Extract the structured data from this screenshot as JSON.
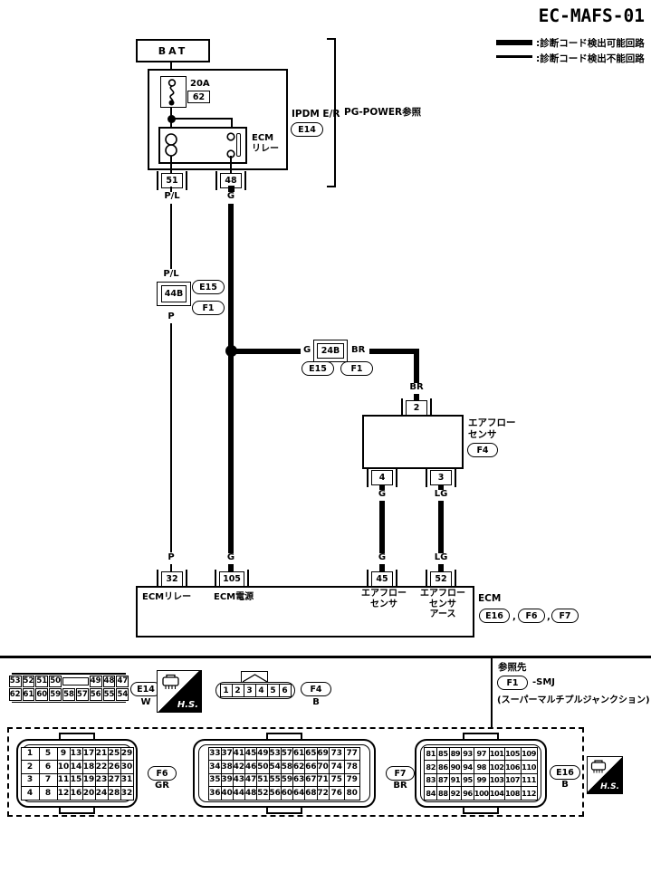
{
  "title": "EC-MAFS-01",
  "legend": {
    "thick_label": ":診断コード検出可能回路",
    "thin_label": ":診断コード検出不能回路"
  },
  "ipdm": {
    "bat": "BAT",
    "fuse_rating": "20A",
    "fuse_no": "62",
    "name": "IPDM E/R",
    "connector": "E14",
    "pg_note": "PG-POWER参照",
    "relay_1": "ECM",
    "relay_2": "リレー",
    "pin_left": "51",
    "pin_right": "48",
    "wire_left": "P/L",
    "wire_right": "G"
  },
  "left_branch": {
    "wire_top": "P/L",
    "junction": "44B",
    "ref_top": "E15",
    "ref_bottom": "F1",
    "wire_bottom": "P",
    "wire_bottom2": "P"
  },
  "mid_branch": {
    "wire_to_ecm": "G",
    "wire_left": "G",
    "junction": "24B",
    "wire_right": "BR",
    "ref_left": "E15",
    "ref_right": "F1",
    "wire_down": "BR"
  },
  "maf": {
    "pin_top": "2",
    "name_1": "エアフロー",
    "name_2": "センサ",
    "connector": "F4",
    "pin_l": "4",
    "pin_r": "3",
    "wire_l": "G",
    "wire_r": "LG",
    "wire_l2": "G",
    "wire_r2": "LG"
  },
  "ecm": {
    "pin_32": "32",
    "pin_105": "105",
    "pin_45": "45",
    "pin_52": "52",
    "name_32": "ECMリレー",
    "name_105": "ECM電源",
    "name_45_1": "エアフロー",
    "name_45_2": "センサ",
    "name_52_1": "エアフロー",
    "name_52_2": "センサ",
    "name_52_3": "アース",
    "label": "ECM",
    "conn_1": "E16",
    "conn_2": "F6",
    "conn_3": "F7",
    "comma": ","
  },
  "reference": {
    "title": "参照先",
    "connector": "F1",
    "suffix": "-SMJ",
    "detail": "(スーパーマルチプルジャンクション)"
  },
  "views": {
    "hs": "H.S.",
    "e14": {
      "id": "E14",
      "color": "W",
      "rows": [
        [
          "53",
          "52",
          "51",
          "50",
          {
            "span": 2
          },
          "49",
          "48",
          "47"
        ],
        [
          "62",
          "61",
          "60",
          "59",
          "58",
          "57",
          "56",
          "55",
          "54"
        ]
      ]
    },
    "f4": {
      "id": "F4",
      "color": "B",
      "rows": [
        [
          "1",
          "2",
          "3",
          "4",
          "5",
          "6"
        ]
      ]
    },
    "f6": {
      "id": "F6",
      "color": "GR",
      "rows": [
        [
          "1",
          "5",
          "9",
          "13",
          "17",
          "21",
          "25",
          "29"
        ],
        [
          "2",
          "6",
          "10",
          "14",
          "18",
          "22",
          "26",
          "30"
        ],
        [
          "3",
          "7",
          "11",
          "15",
          "19",
          "23",
          "27",
          "31"
        ],
        [
          "4",
          "8",
          "12",
          "16",
          "20",
          "24",
          "28",
          "32"
        ]
      ]
    },
    "f7": {
      "id": "F7",
      "color": "BR",
      "rows": [
        [
          "33",
          "37",
          "41",
          "45",
          "49",
          "53",
          "57",
          "61",
          "65",
          "69",
          "73",
          "77"
        ],
        [
          "34",
          "38",
          "42",
          "46",
          "50",
          "54",
          "58",
          "62",
          "66",
          "70",
          "74",
          "78"
        ],
        [
          "35",
          "39",
          "43",
          "47",
          "51",
          "55",
          "59",
          "63",
          "67",
          "71",
          "75",
          "79"
        ],
        [
          "36",
          "40",
          "44",
          "48",
          "52",
          "56",
          "60",
          "64",
          "68",
          "72",
          "76",
          "80"
        ]
      ]
    },
    "e16": {
      "id": "E16",
      "color": "B",
      "rows": [
        [
          "81",
          "85",
          "89",
          "93",
          "97",
          "101",
          "105",
          "109"
        ],
        [
          "82",
          "86",
          "90",
          "94",
          "98",
          "102",
          "106",
          "110"
        ],
        [
          "83",
          "87",
          "91",
          "95",
          "99",
          "103",
          "107",
          "111"
        ],
        [
          "84",
          "88",
          "92",
          "96",
          "100",
          "104",
          "108",
          "112"
        ]
      ]
    }
  },
  "colors": {
    "ink": "#000000",
    "paper": "#ffffff"
  }
}
